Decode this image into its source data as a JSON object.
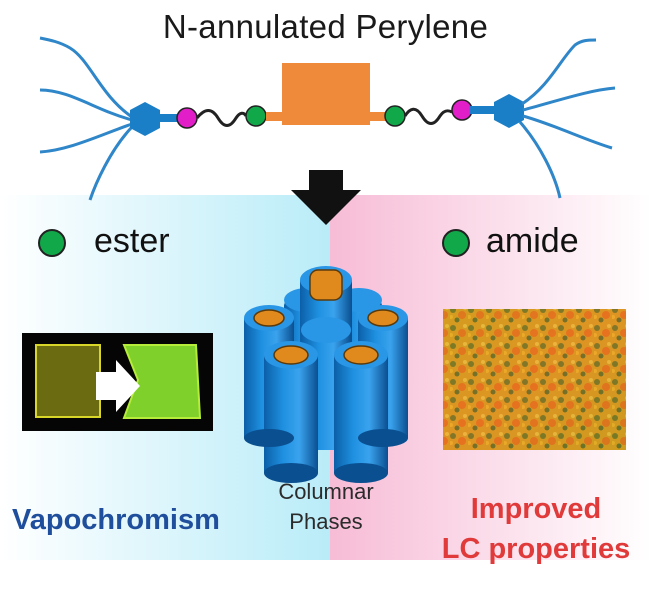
{
  "title": "N-annulated Perylene",
  "left_group": {
    "label": "ester",
    "outcome": "Vapochromism"
  },
  "right_group": {
    "label": "amide",
    "outcome_line1": "Improved",
    "outcome_line2": "LC properties"
  },
  "center_caption": {
    "line1": "Columnar",
    "line2": "Phases"
  },
  "colors": {
    "core": "#ef8a3b",
    "linker_blue": "#1b7fc7",
    "dendron_line": "#2f86c8",
    "ester_amide_dot": "#11a84a",
    "magenta_dot": "#e21ec9",
    "vapochromism_text": "#1f4e9c",
    "improved_text": "#e03a3a",
    "left_bg": "#bfeef8",
    "right_bg": "#f9c8dc"
  }
}
